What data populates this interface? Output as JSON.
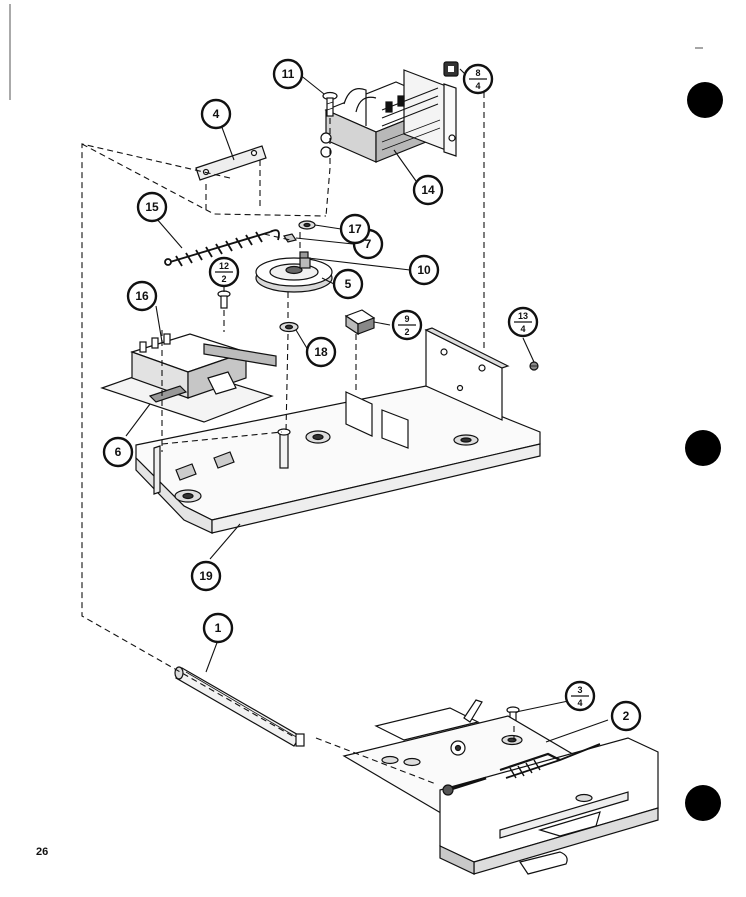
{
  "page_number": "26",
  "callouts": [
    {
      "id": "c1",
      "label": "1"
    },
    {
      "id": "c2",
      "label": "2"
    },
    {
      "id": "c3",
      "top": "3",
      "bottom": "4"
    },
    {
      "id": "c4",
      "label": "4"
    },
    {
      "id": "c5",
      "label": "5"
    },
    {
      "id": "c6",
      "label": "6"
    },
    {
      "id": "c7",
      "label": "7"
    },
    {
      "id": "c8",
      "top": "8",
      "bottom": "4"
    },
    {
      "id": "c9",
      "top": "9",
      "bottom": "2"
    },
    {
      "id": "c10",
      "label": "10"
    },
    {
      "id": "c11",
      "label": "11"
    },
    {
      "id": "c12",
      "top": "12",
      "bottom": "2"
    },
    {
      "id": "c13",
      "top": "13",
      "bottom": "4"
    },
    {
      "id": "c14",
      "label": "14"
    },
    {
      "id": "c15",
      "label": "15"
    },
    {
      "id": "c16",
      "label": "16"
    },
    {
      "id": "c17",
      "label": "17"
    },
    {
      "id": "c18",
      "label": "18"
    },
    {
      "id": "c19",
      "label": "19"
    }
  ]
}
